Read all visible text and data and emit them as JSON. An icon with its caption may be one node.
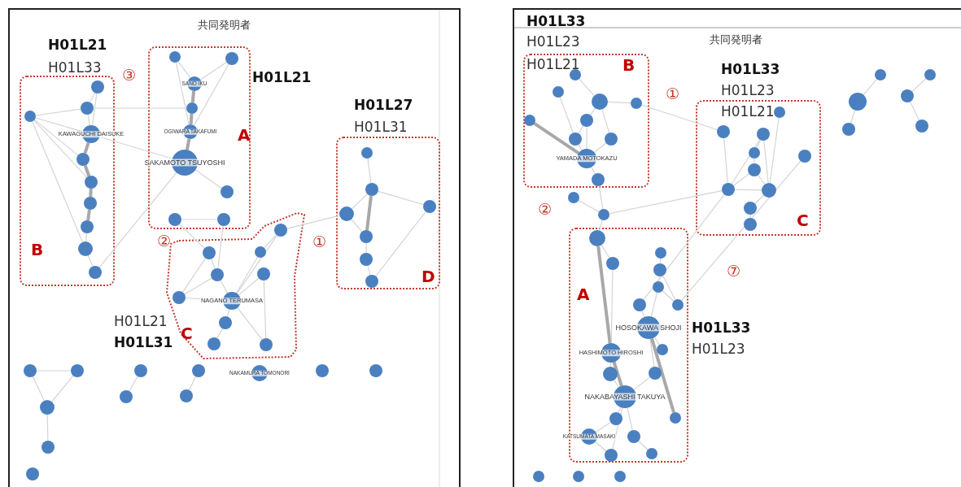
{
  "diagram": {
    "nodes": [
      {
        "text": [
          "A"
        ]
      },
      {
        "text": [],
        "shape": "circle",
        "in": 0
      },
      {
        "text": [],
        "shape": "circle",
        "in": 0
      },
      {
        "text": [
          "SANO IKU"
        ],
        "in": 0
      },
      {
        "text": [],
        "shape": "circle",
        "in": 0
      },
      {
        "text": [
          "OGIWARA TAKAFUMI"
        ],
        "in": 0
      },
      {
        "text": [
          "SAKAMOTO TSUYOSHI"
        ],
        "in": 0
      },
      {
        "text": [],
        "shape": "circle",
        "in": 0
      },
      {
        "text": [],
        "shape": "circle",
        "in": 0
      },
      {
        "text": [],
        "shape": "circle",
        "in": 0
      },
      {
        "text": [
          "B"
        ]
      },
      {
        "text": [],
        "shape": "circle",
        "in": 10
      },
      {
        "text": [],
        "shape": "circle",
        "in": 10
      },
      {
        "text": [],
        "shape": "circle",
        "in": 10
      },
      {
        "text": [
          "KAWAGUCHI DAISUKE"
        ],
        "in": 10
      },
      {
        "text": [],
        "shape": "circle",
        "in": 10
      },
      {
        "text": [],
        "shape": "circle",
        "in": 10
      },
      {
        "text": [],
        "shape": "circle",
        "in": 10
      },
      {
        "text": [],
        "shape": "circle",
        "in": 10
      },
      {
        "text": [],
        "shape": "circle",
        "in": 10
      },
      {
        "text": [],
        "shape": "circle",
        "in": 10
      },
      {
        "text": [
          "C"
        ]
      },
      {
        "text": [],
        "shape": "circle",
        "in": 21
      },
      {
        "text": [],
        "shape": "circle",
        "in": 21
      },
      {
        "text": [],
        "shape": "circle",
        "in": 21
      },
      {
        "text": [],
        "shape": "circle",
        "in": 21
      },
      {
        "text": [],
        "shape": "circle",
        "in": 21
      },
      {
        "text": [],
        "shape": "circle",
        "in": 21
      },
      {
        "text": [
          "NAGANO TERUMASA"
        ],
        "in": 21
      },
      {
        "text": [],
        "shape": "circle",
        "in": 21
      },
      {
        "text": [],
        "shape": "circle",
        "in": 21
      },
      {
        "text": [],
        "shape": "circle",
        "in": 21
      },
      {
        "text": [
          "D"
        ]
      },
      {
        "text": [],
        "shape": "circle",
        "in": 32
      },
      {
        "text": [],
        "shape": "circle",
        "in": 32
      },
      {
        "text": [],
        "shape": "circle",
        "in": 32
      },
      {
        "text": [],
        "shape": "circle",
        "in": 32
      },
      {
        "text": [],
        "shape": "circle",
        "in": 32
      },
      {
        "text": [],
        "shape": "circle",
        "in": 32
      },
      {
        "text": [],
        "shape": "circle",
        "in": 32
      },
      {
        "text": [],
        "shape": "circle"
      },
      {
        "text": [],
        "shape": "circle"
      },
      {
        "text": [],
        "shape": "circle"
      },
      {
        "text": [],
        "shape": "circle"
      },
      {
        "text": [
          "NAKAMURA TOMONORI"
        ]
      },
      {
        "text": [],
        "shape": "circle"
      },
      {
        "text": [],
        "shape": "circle"
      },
      {
        "text": [],
        "shape": "circle"
      },
      {
        "text": [],
        "shape": "circle"
      },
      {
        "text": [],
        "shape": "circle"
      },
      {
        "text": [],
        "shape": "circle"
      },
      {
        "text": [],
        "shape": "circle"
      },
      {
        "text": [
          "B"
        ]
      },
      {
        "text": [],
        "shape": "circle",
        "in": 52
      },
      {
        "text": [],
        "shape": "circle",
        "in": 52
      },
      {
        "text": [],
        "shape": "circle",
        "in": 52
      },
      {
        "text": [],
        "shape": "circle",
        "in": 52
      },
      {
        "text": [],
        "shape": "circle",
        "in": 52
      },
      {
        "text": [],
        "shape": "circle",
        "in": 52
      },
      {
        "text": [],
        "shape": "circle",
        "in": 52
      },
      {
        "text": [],
        "shape": "circle",
        "in": 52
      },
      {
        "text": [
          "YAMADA MOTOKAZU"
        ],
        "in": 52
      },
      {
        "text": [],
        "shape": "circle",
        "in": 52
      },
      {
        "text": [],
        "shape": "circle"
      },
      {
        "text": [],
        "shape": "circle"
      },
      {
        "text": [
          "C"
        ]
      },
      {
        "text": [],
        "shape": "circle",
        "in": 65
      },
      {
        "text": [],
        "shape": "circle",
        "in": 65
      },
      {
        "text": [],
        "shape": "circle",
        "in": 65
      },
      {
        "text": [],
        "shape": "circle",
        "in": 65
      },
      {
        "text": [],
        "shape": "circle",
        "in": 65
      },
      {
        "text": [],
        "shape": "circle",
        "in": 65
      },
      {
        "text": [],
        "shape": "circle",
        "in": 65
      },
      {
        "text": [],
        "shape": "circle",
        "in": 65
      },
      {
        "text": [],
        "shape": "circle",
        "in": 65
      },
      {
        "text": [],
        "shape": "circle",
        "in": 65
      },
      {
        "text": [],
        "shape": "circle"
      },
      {
        "text": [],
        "shape": "circle"
      },
      {
        "text": [],
        "shape": "circle"
      },
      {
        "text": [],
        "shape": "circle"
      },
      {
        "text": [],
        "shape": "circle"
      },
      {
        "text": [],
        "shape": "circle"
      },
      {
        "text": [
          "A"
        ]
      },
      {
        "text": [],
        "shape": "circle",
        "in": 82
      },
      {
        "text": [],
        "shape": "circle",
        "in": 82
      },
      {
        "text": [],
        "shape": "circle",
        "in": 82
      },
      {
        "text": [],
        "shape": "circle",
        "in": 82
      },
      {
        "text": [],
        "shape": "circle",
        "in": 82
      },
      {
        "text": [],
        "shape": "circle",
        "in": 82
      },
      {
        "text": [],
        "shape": "circle",
        "in": 82
      },
      {
        "text": [
          "HOSOKAWA SHOJI"
        ],
        "in": 82
      },
      {
        "text": [],
        "shape": "circle",
        "in": 82
      },
      {
        "text": [
          "HASHIMOTO HIROSHI"
        ],
        "in": 82
      },
      {
        "text": [],
        "shape": "circle",
        "in": 82
      },
      {
        "text": [],
        "shape": "circle",
        "in": 82
      },
      {
        "text": [
          "NAKABAYASHI TAKUYA"
        ],
        "in": 82
      },
      {
        "text": [],
        "shape": "circle",
        "in": 82
      },
      {
        "text": [],
        "shape": "circle",
        "in": 82
      },
      {
        "text": [
          "KATSUMATA MASAKI"
        ],
        "in": 82
      },
      {
        "text": [],
        "shape": "circle",
        "in": 82
      },
      {
        "text": [],
        "shape": "circle",
        "in": 82
      },
      {
        "text": [],
        "shape": "circle",
        "in": 82
      },
      {
        "text": [],
        "shape": "circle"
      },
      {
        "text": [],
        "shape": "circle"
      },
      {
        "text": [],
        "shape": "circle"
      }
    ],
    "edges": [
      {
        "from": 1,
        "to": 5,
        "arrow": "none"
      },
      {
        "from": 3,
        "to": 4,
        "arrow": "none",
        "style": "thick"
      },
      {
        "from": 4,
        "to": 5,
        "arrow": "none",
        "style": "thick"
      },
      {
        "from": 5,
        "to": 6,
        "arrow": "none",
        "style": "thick"
      },
      {
        "from": 2,
        "to": 5,
        "arrow": "none"
      },
      {
        "from": 2,
        "to": 3,
        "arrow": "none"
      },
      {
        "from": 1,
        "to": 3,
        "arrow": "none"
      },
      {
        "from": 7,
        "to": 6,
        "arrow": "none"
      },
      {
        "from": 8,
        "to": 9,
        "arrow": "none"
      },
      {
        "from": 11,
        "to": 13,
        "arrow": "none"
      },
      {
        "from": 11,
        "to": 14,
        "arrow": "none"
      },
      {
        "from": 11,
        "to": 15,
        "arrow": "none"
      },
      {
        "from": 11,
        "to": 16,
        "arrow": "none"
      },
      {
        "from": 11,
        "to": 19,
        "arrow": "none"
      },
      {
        "from": 12,
        "to": 14,
        "arrow": "none"
      },
      {
        "from": 13,
        "to": 14,
        "arrow": "none"
      },
      {
        "from": 14,
        "to": 15,
        "arrow": "none",
        "style": "thick"
      },
      {
        "from": 15,
        "to": 16,
        "arrow": "none",
        "style": "thick"
      },
      {
        "from": 16,
        "to": 17,
        "arrow": "none",
        "style": "thick"
      },
      {
        "from": 17,
        "to": 18,
        "arrow": "none",
        "style": "thick"
      },
      {
        "from": 18,
        "to": 19,
        "arrow": "none"
      },
      {
        "from": 19,
        "to": 20,
        "arrow": "none"
      },
      {
        "from": 12,
        "to": 13,
        "arrow": "none"
      },
      {
        "from": 13,
        "to": 4,
        "arrow": "none"
      },
      {
        "from": 14,
        "to": 6,
        "arrow": "none"
      },
      {
        "from": 20,
        "to": 6,
        "arrow": "none"
      },
      {
        "from": 22,
        "to": 28,
        "arrow": "none"
      },
      {
        "from": 22,
        "to": 24,
        "arrow": "none"
      },
      {
        "from": 23,
        "to": 25,
        "arrow": "none"
      },
      {
        "from": 23,
        "to": 27,
        "arrow": "none"
      },
      {
        "from": 25,
        "to": 27,
        "arrow": "none"
      },
      {
        "from": 25,
        "to": 28,
        "arrow": "none"
      },
      {
        "from": 27,
        "to": 28,
        "arrow": "none"
      },
      {
        "from": 24,
        "to": 28,
        "arrow": "none"
      },
      {
        "from": 26,
        "to": 28,
        "arrow": "none"
      },
      {
        "from": 26,
        "to": 31,
        "arrow": "none"
      },
      {
        "from": 28,
        "to": 29,
        "arrow": "none"
      },
      {
        "from": 29,
        "to": 30,
        "arrow": "none"
      },
      {
        "from": 28,
        "to": 31,
        "arrow": "none"
      },
      {
        "from": 9,
        "to": 25,
        "arrow": "none"
      },
      {
        "from": 8,
        "to": 23,
        "arrow": "none"
      },
      {
        "from": 33,
        "to": 34,
        "arrow": "none"
      },
      {
        "from": 34,
        "to": 35,
        "arrow": "none"
      },
      {
        "from": 34,
        "to": 36,
        "arrow": "none"
      },
      {
        "from": 34,
        "to": 37,
        "arrow": "none",
        "style": "thick"
      },
      {
        "from": 36,
        "to": 37,
        "arrow": "none"
      },
      {
        "from": 37,
        "to": 38,
        "arrow": "none"
      },
      {
        "from": 38,
        "to": 39,
        "arrow": "none"
      },
      {
        "from": 35,
        "to": 39,
        "arrow": "none"
      },
      {
        "from": 22,
        "to": 36,
        "arrow": "none"
      },
      {
        "from": 40,
        "to": 41,
        "arrow": "none"
      },
      {
        "from": 40,
        "to": 47,
        "arrow": "none"
      },
      {
        "from": 41,
        "to": 47,
        "arrow": "none"
      },
      {
        "from": 42,
        "to": 48,
        "arrow": "none"
      },
      {
        "from": 43,
        "to": 49,
        "arrow": "none"
      },
      {
        "from": 47,
        "to": 50,
        "arrow": "none"
      },
      {
        "from": 53,
        "to": 55,
        "arrow": "none"
      },
      {
        "from": 54,
        "to": 59,
        "arrow": "none"
      },
      {
        "from": 55,
        "to": 57,
        "arrow": "none"
      },
      {
        "from": 55,
        "to": 58,
        "arrow": "none"
      },
      {
        "from": 55,
        "to": 60,
        "arrow": "none"
      },
      {
        "from": 57,
        "to": 61,
        "arrow": "none"
      },
      {
        "from": 56,
        "to": 61,
        "arrow": "none",
        "style": "thick"
      },
      {
        "from": 59,
        "to": 61,
        "arrow": "none"
      },
      {
        "from": 60,
        "to": 61,
        "arrow": "none"
      },
      {
        "from": 61,
        "to": 62,
        "arrow": "none"
      },
      {
        "from": 57,
        "to": 59,
        "arrow": "none"
      },
      {
        "from": 58,
        "to": 66,
        "arrow": "none"
      },
      {
        "from": 62,
        "to": 64,
        "arrow": "none"
      },
      {
        "from": 63,
        "to": 64,
        "arrow": "none"
      },
      {
        "from": 64,
        "to": 83,
        "arrow": "none"
      },
      {
        "from": 64,
        "to": 72,
        "arrow": "none"
      },
      {
        "from": 66,
        "to": 72,
        "arrow": "none"
      },
      {
        "from": 67,
        "to": 73,
        "arrow": "none"
      },
      {
        "from": 67,
        "to": 69,
        "arrow": "none"
      },
      {
        "from": 69,
        "to": 70,
        "arrow": "none"
      },
      {
        "from": 70,
        "to": 73,
        "arrow": "none"
      },
      {
        "from": 72,
        "to": 73,
        "arrow": "none"
      },
      {
        "from": 70,
        "to": 72,
        "arrow": "none"
      },
      {
        "from": 67,
        "to": 72,
        "arrow": "none"
      },
      {
        "from": 73,
        "to": 74,
        "arrow": "none"
      },
      {
        "from": 74,
        "to": 75,
        "arrow": "none"
      },
      {
        "from": 68,
        "to": 73,
        "arrow": "none"
      },
      {
        "from": 72,
        "to": 88,
        "arrow": "none"
      },
      {
        "from": 71,
        "to": 89,
        "arrow": "none"
      },
      {
        "from": 76,
        "to": 77,
        "arrow": "none"
      },
      {
        "from": 77,
        "to": 78,
        "arrow": "none"
      },
      {
        "from": 79,
        "to": 80,
        "arrow": "none"
      },
      {
        "from": 80,
        "to": 81,
        "arrow": "none"
      },
      {
        "from": 83,
        "to": 92,
        "arrow": "none",
        "style": "thick"
      },
      {
        "from": 83,
        "to": 84,
        "arrow": "none"
      },
      {
        "from": 84,
        "to": 92,
        "arrow": "none"
      },
      {
        "from": 85,
        "to": 86,
        "arrow": "none"
      },
      {
        "from": 86,
        "to": 87,
        "arrow": "none"
      },
      {
        "from": 87,
        "to": 89,
        "arrow": "none"
      },
      {
        "from": 86,
        "to": 89,
        "arrow": "none"
      },
      {
        "from": 88,
        "to": 90,
        "arrow": "none"
      },
      {
        "from": 87,
        "to": 90,
        "arrow": "none"
      },
      {
        "from": 90,
        "to": 94,
        "arrow": "none"
      },
      {
        "from": 90,
        "to": 91,
        "arrow": "none"
      },
      {
        "from": 90,
        "to": 97,
        "arrow": "none",
        "style": "thick"
      },
      {
        "from": 92,
        "to": 95,
        "arrow": "none",
        "style": "thick"
      },
      {
        "from": 93,
        "to": 95,
        "arrow": "none"
      },
      {
        "from": 94,
        "to": 95,
        "arrow": "none"
      },
      {
        "from": 95,
        "to": 96,
        "arrow": "none"
      },
      {
        "from": 95,
        "to": 99,
        "arrow": "none"
      },
      {
        "from": 96,
        "to": 98,
        "arrow": "none"
      },
      {
        "from": 99,
        "to": 101,
        "arrow": "none"
      },
      {
        "from": 98,
        "to": 100,
        "arrow": "none"
      },
      {
        "from": 95,
        "to": 100,
        "arrow": "none"
      },
      {
        "from": 92,
        "to": 93,
        "arrow": "none"
      }
    ],
    "labels": [
      "共同発明者",
      "H01L21",
      "H01L33",
      "③",
      "H01L21",
      "H01L27",
      "H01L31",
      "②",
      "①",
      "H01L21",
      "H01L31",
      "H01L33",
      "H01L23",
      "H01L21",
      "共同発明者",
      "H01L33",
      "H01L23",
      "①",
      "H01L21",
      "②",
      "⑦",
      "H01L33",
      "H01L23"
    ]
  }
}
